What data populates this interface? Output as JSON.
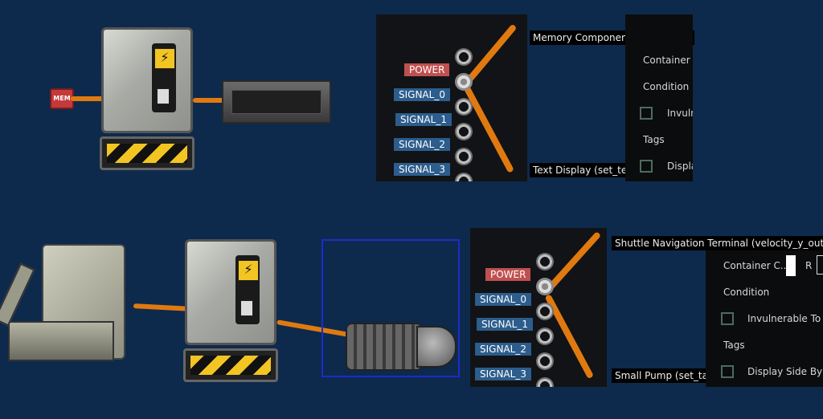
{
  "top": {
    "mem_chip_label": "MEM",
    "connections": {
      "input_label": "Memory Component (signal_out)",
      "output_label": "Text Display (set_text)"
    },
    "pins": [
      "POWER",
      "SIGNAL_0",
      "SIGNAL_1",
      "SIGNAL_2",
      "SIGNAL_3"
    ],
    "properties": {
      "container": "Container C",
      "condition": "Condition",
      "invulnerable": "Invulnera",
      "tags": "Tags",
      "display": "Displa"
    }
  },
  "bottom": {
    "connections": {
      "input_label": "Shuttle Navigation Terminal (velocity_y_out)",
      "output_label": "Small Pump (set_targetlevel)"
    },
    "pins": [
      "POWER",
      "SIGNAL_0",
      "SIGNAL_1",
      "SIGNAL_2",
      "SIGNAL_3"
    ],
    "properties": {
      "container": "Container C...",
      "r_label": "R",
      "condition": "Condition",
      "invulnerable": "Invulnerable To",
      "tags": "Tags",
      "display": "Display Side By S"
    }
  },
  "colors": {
    "background": "#0d2a4c",
    "wire": "#e07a10",
    "power_tag": "#c05050",
    "signal_tag": "#2c5d8c",
    "selection": "#1a2dcc"
  }
}
